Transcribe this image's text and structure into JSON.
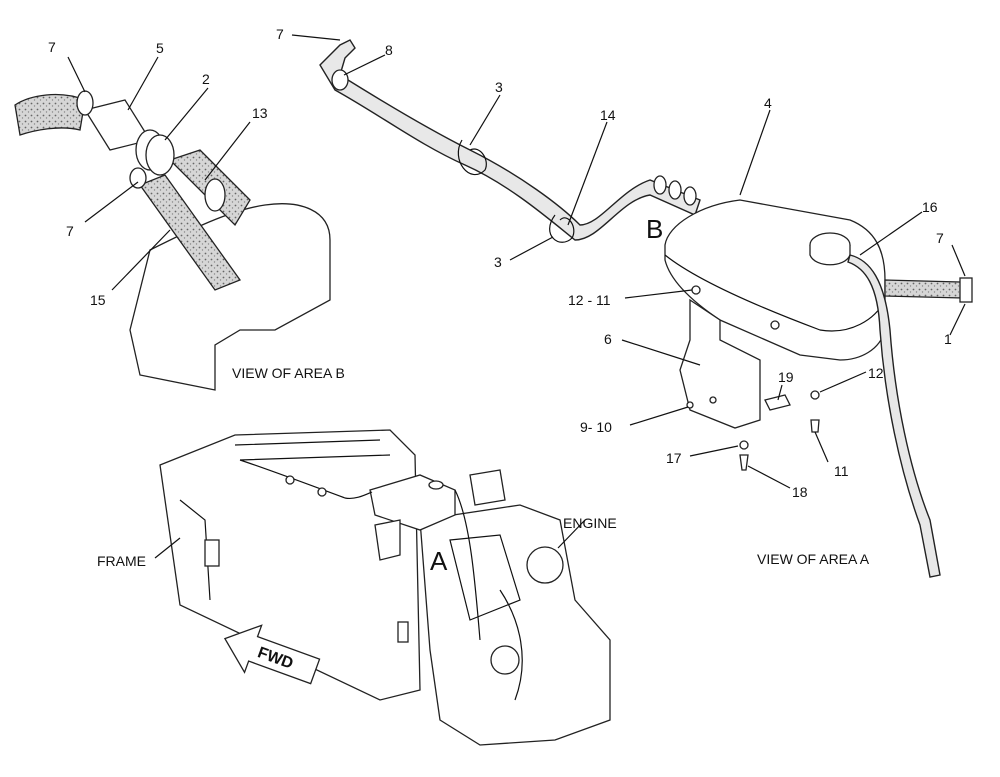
{
  "views": {
    "area_b": "VIEW OF AREA B",
    "area_a": "VIEW OF AREA  A"
  },
  "area_letters": {
    "a": "A",
    "b": "B"
  },
  "labels": {
    "frame": "FRAME",
    "engine": "ENGINE",
    "fwd": "FWD"
  },
  "callouts": {
    "c7_top_left": "7",
    "c5": "5",
    "c2": "2",
    "c13": "13",
    "c7_mid_left": "7",
    "c15": "15",
    "c7_top": "7",
    "c8": "8",
    "c3_top": "3",
    "c14": "14",
    "c3_bottom": "3",
    "c4": "4",
    "c16": "16",
    "c7_right": "7",
    "c1": "1",
    "c12_11": "12 - 11",
    "c6": "6",
    "c19": "19",
    "c12": "12",
    "c9_10": "9- 10",
    "c17": "17",
    "c11": "11",
    "c18": "18"
  }
}
